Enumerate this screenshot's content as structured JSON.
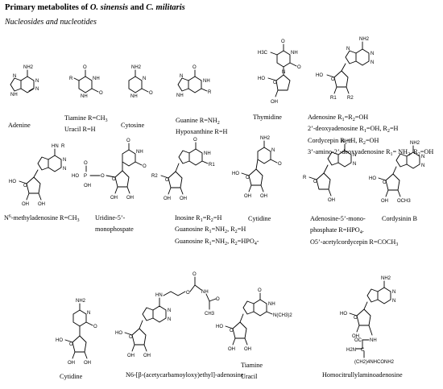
{
  "header": {
    "title_a": "Primary metabolites of ",
    "title_b": "O. sinensis",
    "title_c": " and ",
    "title_d": "C. militaris",
    "subtitle": "Nucleosides and nucleotides"
  },
  "atoms": {
    "N": "N",
    "NH": "NH",
    "HN": "HN",
    "NH2": "NH2",
    "O": "O",
    "OH": "OH",
    "HO": "HO",
    "R": "R",
    "R1": "R1",
    "R2": "R2",
    "CH3": "CH3",
    "H3C": "H3C",
    "P": "P",
    "OCH3": "OCH3",
    "HON": "HO",
    "NCH3": "N(CH3)2",
    "OC": "OC",
    "H2N": "H2N",
    "CH": "C",
    "CH2chain": "(CH2)4NHCONH2",
    "Cchain": "CH3"
  },
  "captions": {
    "adenine": "Adenine",
    "tiamine": "Tiamine R=CH",
    "tiamine_sub": "3",
    "uracil_r": "Uracil R=H",
    "cytosine": "Cytosine",
    "guanine": "Guanine   R=NH",
    "guanine_sub": "2",
    "hypoxanthine": "Hypoxanthine   R=H",
    "thymidine": "Thymidine",
    "adenosine_a": "Adenosine R",
    "adenosine_b": "=R",
    "adenosine_c": "=OH",
    "deoxy_a": "2’-deoxyadenosine R",
    "deoxy_b": "=OH, R",
    "deoxy_c": "=H",
    "cordycepin_a": "Cordycepin R",
    "cordycepin_b": "=H, R",
    "cordycepin_c": "=OH",
    "amino_a": "3’-amino-2’-deoxyadenosine R",
    "amino_b": "= NH",
    "amino_c": ", R",
    "amino_d": "=OH",
    "n6_a": "N",
    "n6_sup": "6",
    "n6_b": "-methyladenosine R=CH",
    "n6_sub": "3",
    "ump_a": "Uridine-5’-",
    "ump_b": "monophospate",
    "inosine_a": "Inosine R",
    "inosine_b": "=R",
    "inosine_c": "=H",
    "guanosine_a": "Guanosine R",
    "guanosine_b": "=NH",
    "guanosine_c": ", R",
    "guanosine_d": "=H",
    "gmp_a": "Guanosine R",
    "gmp_b": "=NH",
    "gmp_c": ", R",
    "gmp_d": "=HPO",
    "gmp_e": "-",
    "cytidine": "Cytidine",
    "amp_a": "Adenosine-5’-mono-",
    "amp_b": "phosphate R=HPO",
    "amp_c": ".",
    "acetyl_a": "O5’-acetylcordycepin R=COCH",
    "acetyl_b": "3",
    "cordysinin": "Cordysinin B",
    "cytidine2": "Cytidine",
    "n6beta": "N6-[β-(acetycarbamoyloxy)ethyl]-adenosine",
    "tiamine2": "Tiamine",
    "uracil2": "Uracil",
    "homo": "Homocitrullylaminoadenosine",
    "one": "1",
    "two": "2",
    "four": "4"
  }
}
